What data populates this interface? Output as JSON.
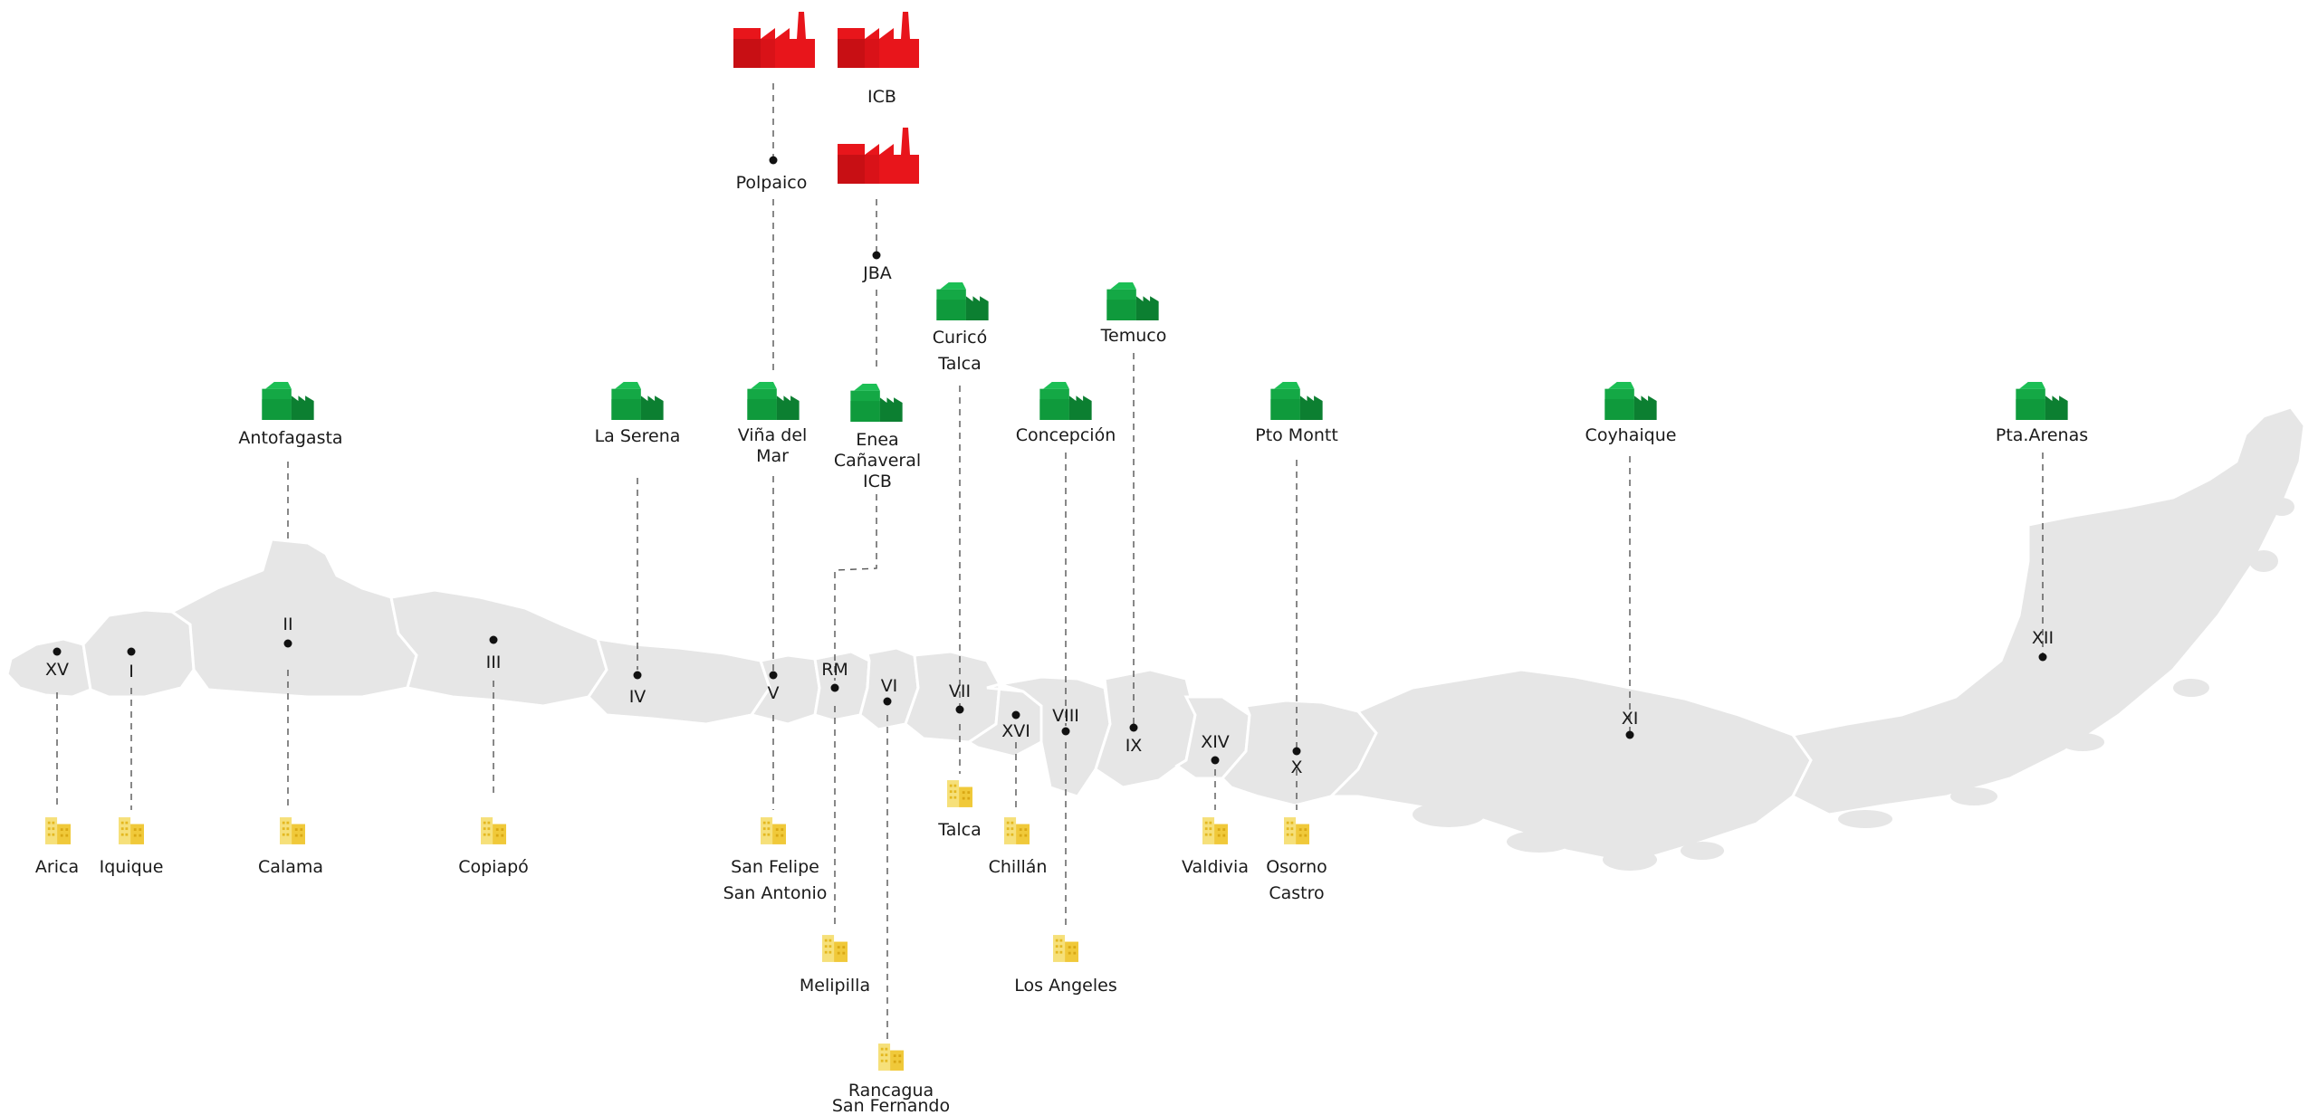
{
  "colors": {
    "land": "#e6e6e6",
    "plant_red": "#e8151b",
    "plant_green": "#0f9a3c",
    "office_yellow": "#f3d65a"
  },
  "regions": [
    "XV",
    "I",
    "II",
    "III",
    "IV",
    "V",
    "RM",
    "VI",
    "VII",
    "XVI",
    "VIII",
    "IX",
    "XIV",
    "X",
    "XI",
    "XII"
  ],
  "red_plants": [
    {
      "id": "p1",
      "label": ""
    },
    {
      "id": "p2",
      "label": "ICB"
    },
    {
      "id": "p3",
      "label": ""
    }
  ],
  "red_points": [
    {
      "id": "polpaico",
      "label": "Polpaico"
    },
    {
      "id": "jba",
      "label": "JBA"
    }
  ],
  "green_plants": [
    {
      "id": "antofagasta",
      "lines": [
        "Antofagasta"
      ]
    },
    {
      "id": "laserena",
      "lines": [
        "La Serena"
      ]
    },
    {
      "id": "vina",
      "lines": [
        "Viña del",
        "Mar"
      ]
    },
    {
      "id": "enea",
      "lines": [
        "Enea",
        "Cañaveral",
        "ICB"
      ]
    },
    {
      "id": "curico",
      "lines": [
        "Curicó",
        "Talca"
      ]
    },
    {
      "id": "concepcion",
      "lines": [
        "Concepción"
      ]
    },
    {
      "id": "temuco",
      "lines": [
        "Temuco"
      ]
    },
    {
      "id": "ptomontt",
      "lines": [
        "Pto Montt"
      ]
    },
    {
      "id": "coyhaique",
      "lines": [
        "Coyhaique"
      ]
    },
    {
      "id": "ptaarenas",
      "lines": [
        "Pta.Arenas"
      ]
    }
  ],
  "offices": [
    {
      "id": "arica",
      "lines": [
        "Arica"
      ]
    },
    {
      "id": "iquique",
      "lines": [
        "Iquique"
      ]
    },
    {
      "id": "calama",
      "lines": [
        "Calama"
      ]
    },
    {
      "id": "copiapo",
      "lines": [
        "Copiapó"
      ]
    },
    {
      "id": "sanfelipe",
      "lines": [
        "San Felipe",
        "San Antonio"
      ]
    },
    {
      "id": "melipilla",
      "lines": [
        "Melipilla"
      ]
    },
    {
      "id": "rancagua",
      "lines": [
        "Rancagua",
        "San Fernando"
      ]
    },
    {
      "id": "talca",
      "lines": [
        "Talca"
      ]
    },
    {
      "id": "chillan",
      "lines": [
        "Chillán"
      ]
    },
    {
      "id": "losangeles",
      "lines": [
        "Los Angeles"
      ]
    },
    {
      "id": "valdivia",
      "lines": [
        "Valdivia"
      ]
    },
    {
      "id": "osorno",
      "lines": [
        "Osorno",
        "Castro"
      ]
    }
  ]
}
